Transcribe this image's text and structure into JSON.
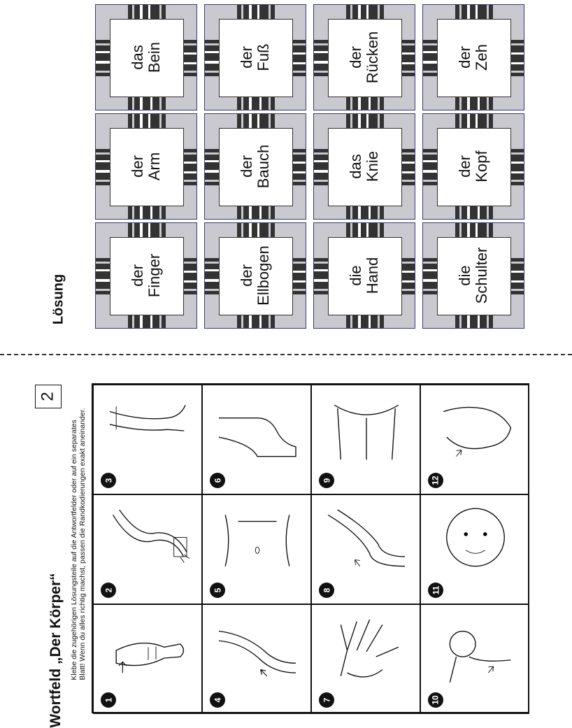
{
  "solution": {
    "heading": "Lösung",
    "cards": [
      {
        "line1": "das",
        "line2": "Bein"
      },
      {
        "line1": "der",
        "line2": "Fuß"
      },
      {
        "line1": "der",
        "line2": "Rücken"
      },
      {
        "line1": "der",
        "line2": "Zeh"
      },
      {
        "line1": "der",
        "line2": "Arm"
      },
      {
        "line1": "der",
        "line2": "Bauch"
      },
      {
        "line1": "das",
        "line2": "Knie"
      },
      {
        "line1": "der",
        "line2": "Kopf"
      },
      {
        "line1": "der",
        "line2": "Finger"
      },
      {
        "line1": "der",
        "line2": "Ellbogen"
      },
      {
        "line1": "die",
        "line2": "Hand"
      },
      {
        "line1": "die",
        "line2": "Schulter"
      }
    ]
  },
  "worksheet": {
    "title": "Wortfeld „Der Körper“",
    "instruction_line1": "Klebe die zugehörigen Lösungsteile auf die Antwortfelder oder auf ein separates",
    "instruction_line2": "Blatt! Wenn du alles richtig machst, passen die Randkodierungen exakt aneinander.",
    "page_number": "2",
    "cells": [
      {
        "number": "1",
        "picture": "finger-drawing"
      },
      {
        "number": "2",
        "picture": "arm-drawing"
      },
      {
        "number": "3",
        "picture": "leg-drawing"
      },
      {
        "number": "4",
        "picture": "elbow-drawing"
      },
      {
        "number": "5",
        "picture": "belly-drawing"
      },
      {
        "number": "6",
        "picture": "foot-drawing"
      },
      {
        "number": "7",
        "picture": "hand-drawing"
      },
      {
        "number": "8",
        "picture": "knee-drawing"
      },
      {
        "number": "9",
        "picture": "back-drawing"
      },
      {
        "number": "10",
        "picture": "shoulder-drawing"
      },
      {
        "number": "11",
        "picture": "head-drawing"
      },
      {
        "number": "12",
        "picture": "toe-drawing"
      }
    ]
  }
}
